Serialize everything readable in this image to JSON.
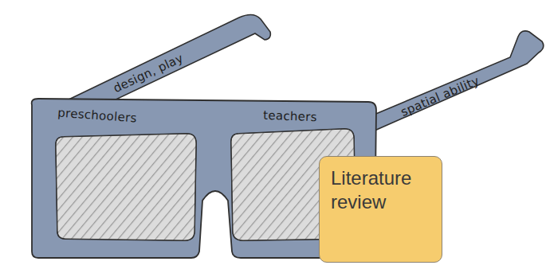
{
  "diagram": {
    "nodes": [
      {
        "text": [
          "Literature review"
        ]
      }
    ],
    "labels": [
      "design, play",
      "preschoolers",
      "teachers",
      "spatial ability"
    ]
  }
}
